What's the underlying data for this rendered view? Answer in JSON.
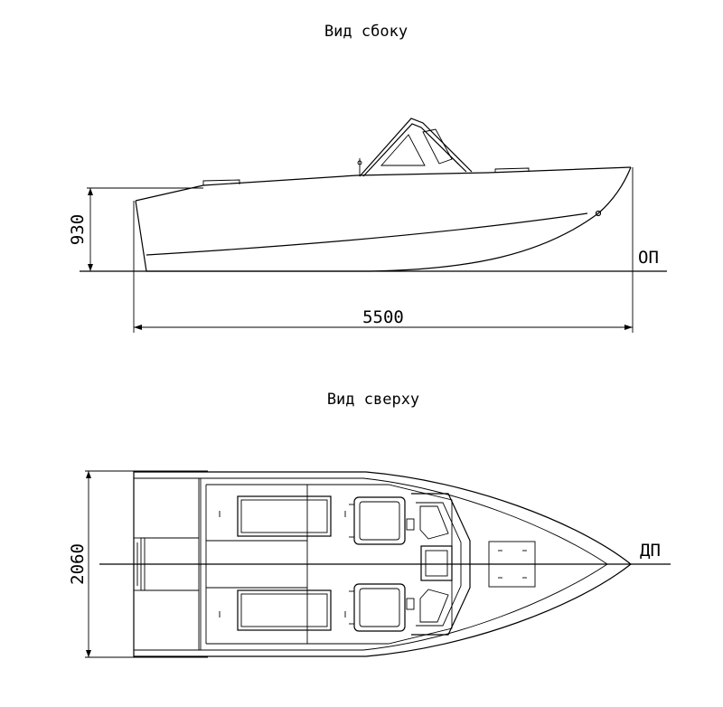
{
  "side_view": {
    "title": "Вид сбоку",
    "height_dimension": "930",
    "length_dimension": "5500",
    "baseline_label": "ОП"
  },
  "top_view": {
    "title": "Вид сверху",
    "width_dimension": "2060",
    "centerline_label": "ДП"
  }
}
